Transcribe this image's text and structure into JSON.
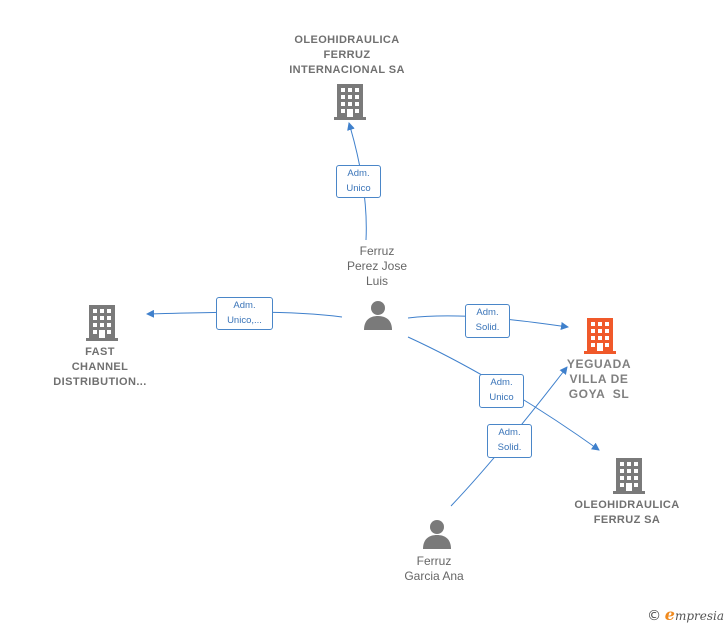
{
  "colors": {
    "edge": "#3f80cc",
    "company_icon": "#7a7a7a",
    "main_company_icon": "#f0592a",
    "person_icon": "#7a7a7a"
  },
  "nodes": {
    "ferruz_internacional": {
      "line1": "OLEOHIDRAULICA",
      "line2": "FERRUZ",
      "line3": "INTERNACIONAL SA",
      "icon": "building-icon"
    },
    "fast_channel": {
      "line1": "FAST",
      "line2": "CHANNEL",
      "line3": "DISTRIBUTION...",
      "icon": "building-icon"
    },
    "yeguada": {
      "line1": "YEGUADA",
      "line2": "VILLA DE",
      "line3": "GOYA  SL",
      "icon": "building-icon"
    },
    "ferruz_sa": {
      "line1": "OLEOHIDRAULICA",
      "line2": "FERRUZ SA",
      "icon": "building-icon"
    },
    "ferruz_perez_jose_luis": {
      "line1": "Ferruz",
      "line2": "Perez Jose",
      "line3": "Luis",
      "icon": "person-icon"
    },
    "ferruz_garcia_ana": {
      "line1": "Ferruz",
      "line2": "Garcia Ana",
      "icon": "person-icon"
    }
  },
  "edges": {
    "to_internacional": {
      "line1": "Adm.",
      "line2": "Unico"
    },
    "to_fast_channel": {
      "line1": "Adm.",
      "line2": "Unico,..."
    },
    "to_yeguada": {
      "line1": "Adm.",
      "line2": "Solid."
    },
    "to_ferruz_sa": {
      "line1": "Adm.",
      "line2": "Unico"
    },
    "ana_to_yeguada": {
      "line1": "Adm.",
      "line2": "Solid."
    }
  },
  "footer": {
    "copyright": "©",
    "brand_initial": "e",
    "brand_rest": "mpresia"
  }
}
